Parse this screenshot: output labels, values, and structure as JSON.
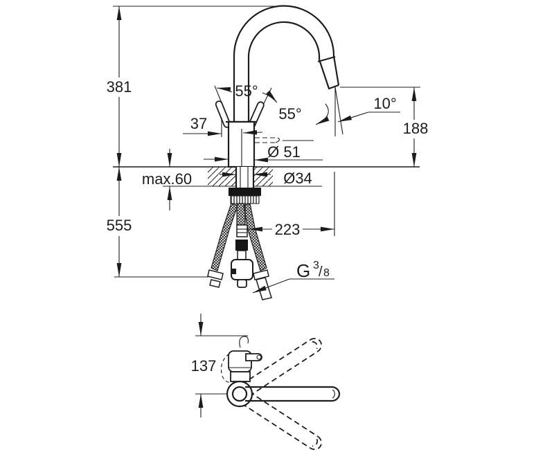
{
  "drawing": {
    "background": "#ffffff",
    "line_color": "#1c1c1c",
    "labels": {
      "d381": "381",
      "a55_left": "55°",
      "a55_right": "55°",
      "a10": "10°",
      "d37": "37",
      "d188": "188",
      "d51": "Ø 51",
      "max60": "max.60",
      "d34": "Ø34",
      "d555": "555",
      "d223": "223",
      "d137": "137",
      "thread": {
        "prefix": "G",
        "numerator": "3",
        "slash": "/",
        "denominator": "8"
      }
    }
  }
}
